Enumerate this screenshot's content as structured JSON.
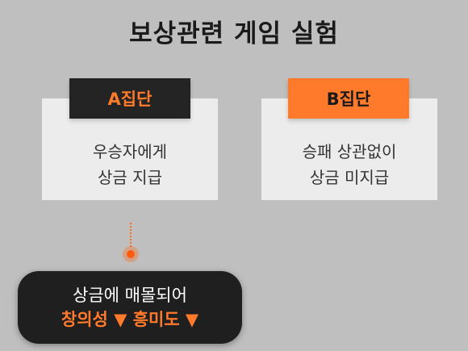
{
  "title": "보상관련 게임 실험",
  "groups": [
    {
      "label": "A집단",
      "text_line1": "우승자에게",
      "text_line2": "상금 지급"
    },
    {
      "label": "B집단",
      "text_line1": "승패 상관없이",
      "text_line2": "상금 미지급"
    }
  ],
  "callout": {
    "line1": "상금에 매몰되어",
    "line2": "창의성 ▼  흥미도 ▼"
  },
  "colors": {
    "background": "#bfbfbf",
    "card": "#ececec",
    "dark": "#242424",
    "accent": "#ff7a2a"
  }
}
